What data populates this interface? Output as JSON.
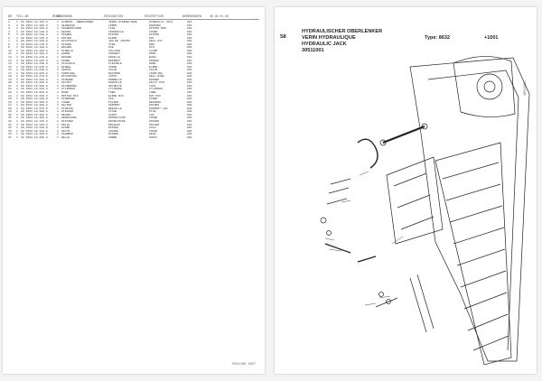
{
  "left_page": {
    "columns": [
      "BR",
      "TEIL-NR",
      "MENGE",
      "BENENNUNG",
      "DESIGNATION",
      "DESCRIPTION",
      "BEMERKUNGEN",
      "40-48 01-08"
    ],
    "rows": [
      [
        "1",
        "1",
        "68 9452.18.150.0",
        "1",
        "HYDRAUL. OBERLENKER",
        "VERIN HYDRAULIQUE",
        "HYDRAULIC JACK",
        "001"
      ],
      [
        "2",
        "1",
        "68 9452.18.100.0",
        "1",
        "GEHAEUSE",
        "CORPS",
        "HOUSING",
        "001"
      ],
      [
        "3",
        "1",
        "68 9452.18.120.0",
        "1",
        "KOLBENSTANGE",
        "TIGE",
        "PISTON ROD",
        "001"
      ],
      [
        "4",
        "1",
        "68 9452.18.110.0",
        "1",
        "DECKEL",
        "COUVERCLE",
        "COVER",
        "001"
      ],
      [
        "5",
        "1",
        "68 9452.18.130.0",
        "1",
        "KOLBEN",
        "PISTON",
        "PISTON",
        "001"
      ],
      [
        "6",
        "1",
        "68 9452.18.140.0",
        "1",
        "MUTTER",
        "ECROU",
        "NUT",
        "001"
      ],
      [
        "7",
        "1",
        "68 9452.18.160.0",
        "1",
        "DICHTSATZ",
        "JEU DE JOINTS",
        "SEAL KIT",
        "001"
      ],
      [
        "8",
        "1",
        "68 9452.18.170.0",
        "1",
        "STANGE",
        "TIGE",
        "ROD",
        "001"
      ],
      [
        "9",
        "1",
        "68 9452.18.180.0",
        "1",
        "BOLZEN",
        "AXE",
        "PIN",
        "001"
      ],
      [
        "10",
        "1",
        "68 9452.18.190.0",
        "1",
        "SCHELLE",
        "COLLIER",
        "CLAMP",
        "001"
      ],
      [
        "11",
        "1",
        "68 9452.18.200.0",
        "1",
        "HAKEN",
        "CROCHET",
        "HOOK",
        "001"
      ],
      [
        "12",
        "1",
        "68 9452.18.210.0",
        "1",
        "BUCHSE",
        "DOUILLE",
        "BUSH",
        "001"
      ],
      [
        "13",
        "1",
        "68 9452.18.220.0",
        "1",
        "FEDER",
        "RESSORT",
        "SPRING",
        "001"
      ],
      [
        "14",
        "1",
        "68 9452.18.230.0",
        "1",
        "SCHLAUCH",
        "FLEXIBLE",
        "HOSE",
        "001"
      ],
      [
        "15",
        "1",
        "68 9452.18.240.0",
        "1",
        "WINKEL",
        "COUDE",
        "ELBOW",
        "001"
      ],
      [
        "16",
        "1",
        "68 9452.18.250.0",
        "1",
        "VENTIL",
        "VALVE",
        "VALVE",
        "001"
      ],
      [
        "17",
        "1",
        "68 9452.18.260.0",
        "1",
        "KUPPLUNG",
        "RACCORD",
        "COUPLING",
        "001"
      ],
      [
        "18",
        "1",
        "68 9452.18.270.0",
        "1",
        "DICHTRING",
        "JOINT",
        "SEAL RING",
        "001"
      ],
      [
        "19",
        "1",
        "68 9452.18.280.0",
        "1",
        "SCHEIBE",
        "RONDELLE",
        "WASHER",
        "001"
      ],
      [
        "20",
        "1",
        "68 9452.18.290.0",
        "1",
        "SPLINT",
        "GOUPILLE",
        "SPLIT PIN",
        "001"
      ],
      [
        "21",
        "1",
        "68 9452.18.300.0",
        "1",
        "SICHERUNG",
        "SECURITE",
        "LOCK",
        "001"
      ],
      [
        "22",
        "1",
        "68 9452.18.310.0",
        "1",
        "ZYLINDER",
        "CYLINDRE",
        "CYLINDER",
        "001"
      ],
      [
        "23",
        "1",
        "68 9452.18.320.0",
        "1",
        "ROHR",
        "TUBE",
        "TUBE",
        "001"
      ],
      [
        "24",
        "1",
        "68 9452.18.330.0",
        "1",
        "MUTTER M16",
        "ECROU M16",
        "NUT M16",
        "001"
      ],
      [
        "25",
        "1",
        "68 9452.18.340.0",
        "1",
        "SCHRAUBE",
        "VIS",
        "SCREW",
        "001"
      ],
      [
        "26",
        "1",
        "68 9452.18.350.0",
        "1",
        "LAGER",
        "PALIER",
        "BEARING",
        "001"
      ],
      [
        "27",
        "1",
        "68 9452.18.360.0",
        "1",
        "HALTER",
        "SUPPORT",
        "HOLDER",
        "001"
      ],
      [
        "28",
        "1",
        "68 9452.18.370.0",
        "1",
        "STUETZE",
        "BEQUILLE",
        "SUPPORT LEG",
        "001"
      ],
      [
        "29",
        "1",
        "68 9452.18.380.0",
        "1",
        "STECKER",
        "FICHE",
        "PLUG",
        "001"
      ],
      [
        "30",
        "1",
        "68 9452.18.390.0",
        "1",
        "DECKEL",
        "CAPOT",
        "CAP",
        "001"
      ],
      [
        "31",
        "1",
        "68 9452.18.400.0",
        "1",
        "ABDECKUNG",
        "PROTECTION",
        "COVER",
        "001"
      ],
      [
        "32",
        "1",
        "68 9452.18.410.0",
        "1",
        "DISTANZ",
        "ENTRETOISE",
        "SPACER",
        "001"
      ],
      [
        "33",
        "1",
        "68 9452.18.420.0",
        "1",
        "ROLLE",
        "ROULEAU",
        "ROLLER",
        "001"
      ],
      [
        "34",
        "1",
        "68 9452.18.430.0",
        "1",
        "ACHSE",
        "ESSIEU",
        "AXLE",
        "001"
      ],
      [
        "35",
        "1",
        "68 9452.18.440.0",
        "1",
        "KETTE",
        "CHAINE",
        "CHAIN",
        "001"
      ],
      [
        "36",
        "1",
        "68 9452.18.450.0",
        "1",
        "ZAHNRAD",
        "PIGNON",
        "GEAR",
        "001"
      ],
      [
        "37",
        "1",
        "68 9452.18.460.0",
        "1",
        "WELLE",
        "ARBRE",
        "SHAFT",
        "001"
      ]
    ],
    "footer_code": "30511001 0207"
  },
  "right_page": {
    "section": "S8",
    "title_de": "HYDRAULISCHER OBERLENKER",
    "title_fr": "VERIN HYDRAULIQUE",
    "title_en": "HYDRAULIC JACK",
    "part_no": "30511001",
    "type_label": "Type: 8632",
    "edition": "+1001",
    "vertical_code": "30511001"
  },
  "colors": {
    "ink": "#222222",
    "page": "#ffffff",
    "background": "#f4f4f4"
  }
}
